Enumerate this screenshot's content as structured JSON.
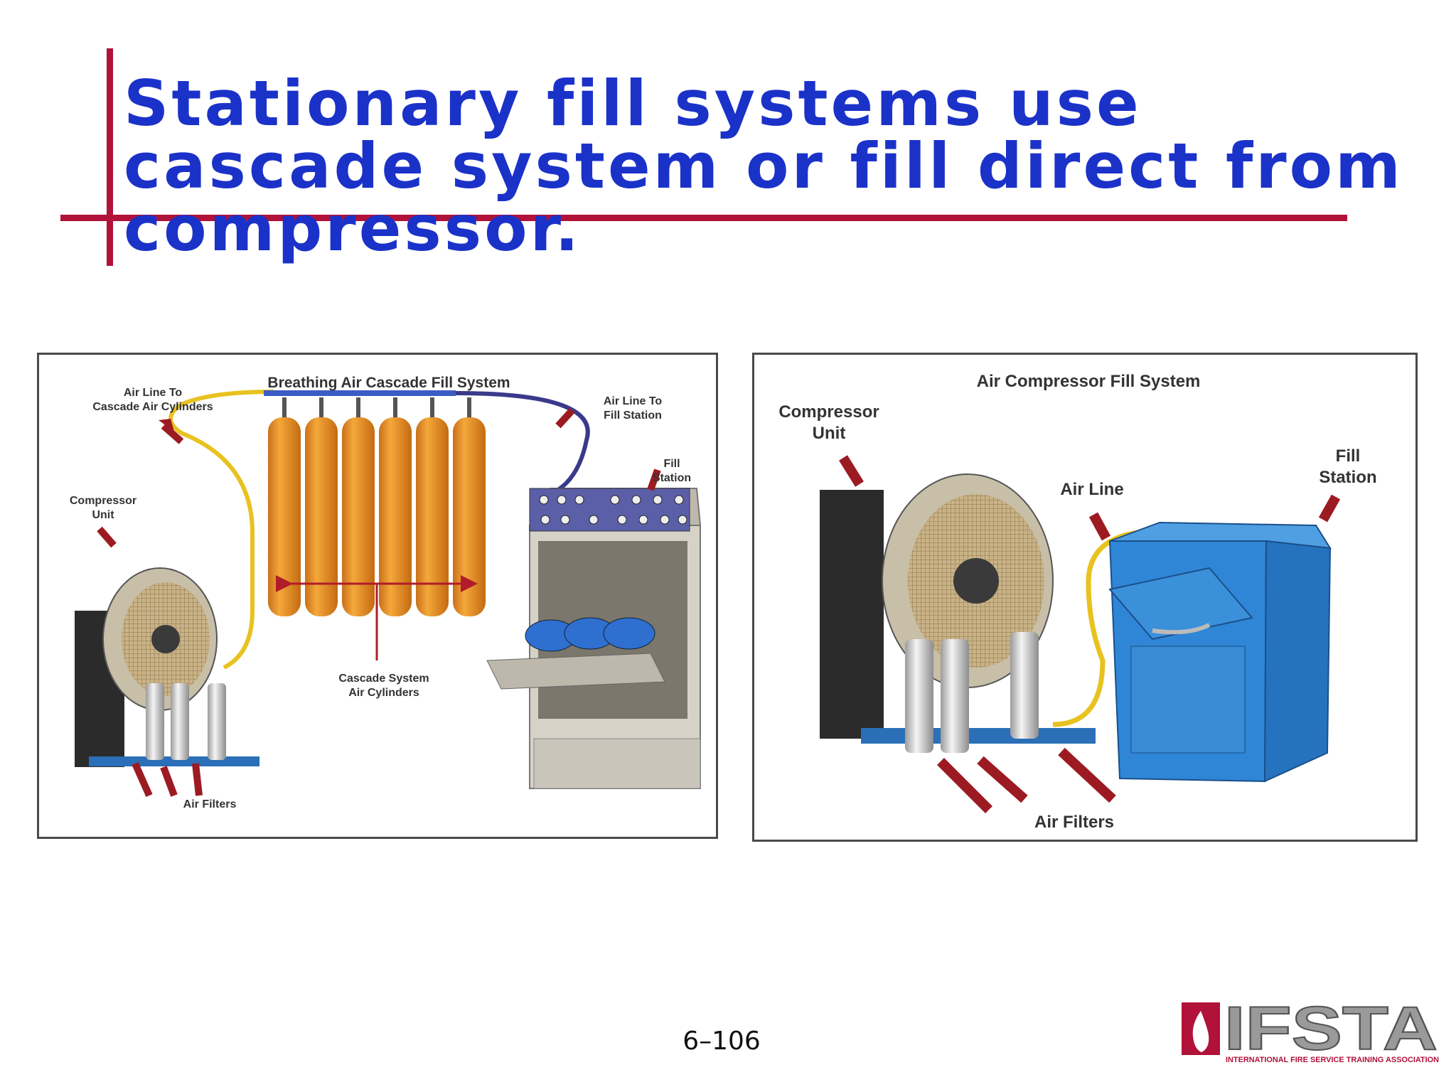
{
  "slide": {
    "title": "Stationary fill systems use cascade system or fill direct from compressor.",
    "page_number": "6–106"
  },
  "left_figure": {
    "title": "Breathing Air Cascade Fill System",
    "labels": {
      "air_line_to_cascade": "Air Line To\nCascade Air Cylinders",
      "air_line_to_fill": "Air Line To\nFill Station",
      "fill_station": "Fill\nStation",
      "compressor_unit": "Compressor\nUnit",
      "cascade_cylinders": "Cascade System\nAir Cylinders",
      "air_filters": "Air Filters"
    }
  },
  "right_figure": {
    "title": "Air Compressor Fill System",
    "labels": {
      "compressor_unit": "Compressor\nUnit",
      "air_line": "Air Line",
      "fill_station": "Fill\nStation",
      "air_filters": "Air Filters"
    }
  },
  "logo": {
    "text": "IFSTA",
    "subtitle": "INTERNATIONAL FIRE SERVICE TRAINING ASSOCIATION"
  },
  "colors": {
    "title": "#1b32c9",
    "accent_rule": "#b0123a",
    "cylinder": "#e8951f",
    "hose": "#e8c21f",
    "fill_station_blue": "#2f86d6",
    "arrow": "#9c1b22"
  }
}
